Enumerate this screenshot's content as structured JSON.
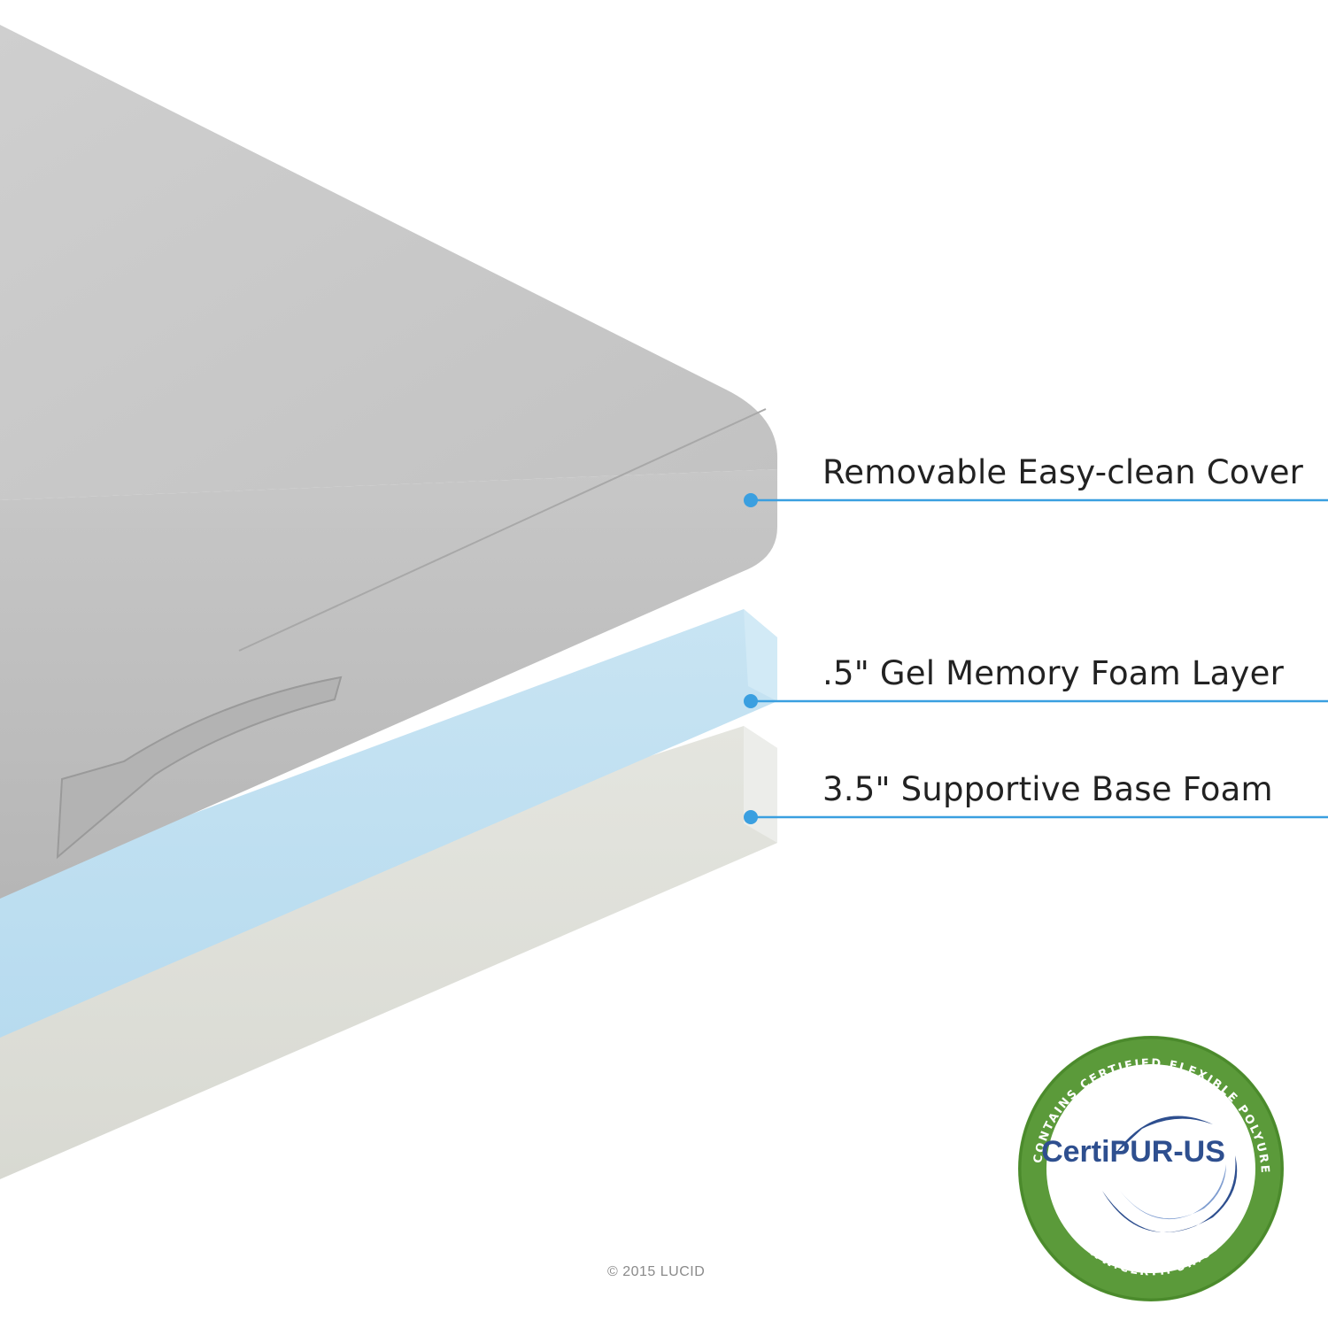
{
  "callouts": [
    {
      "label": "Removable Easy-clean Cover"
    },
    {
      "label": ".5\" Gel Memory Foam Layer"
    },
    {
      "label": "3.5\" Supportive Base Foam"
    }
  ],
  "badge": {
    "brand": "CertiPUR-US",
    "ring_text": "CONTAINS CERTIFIED FLEXIBLE POLYURETHANE FOAM",
    "url_text": "WWW.CERTIPUR.US"
  },
  "copyright": "© 2015 LUCID",
  "colors": {
    "accent": "#3a9fe0",
    "cover": "#c9c9c9",
    "gel": "#bfe0f2",
    "base": "#e2e3dd",
    "badge_green": "#5b9a3a",
    "badge_blue": "#2e4f8f"
  }
}
